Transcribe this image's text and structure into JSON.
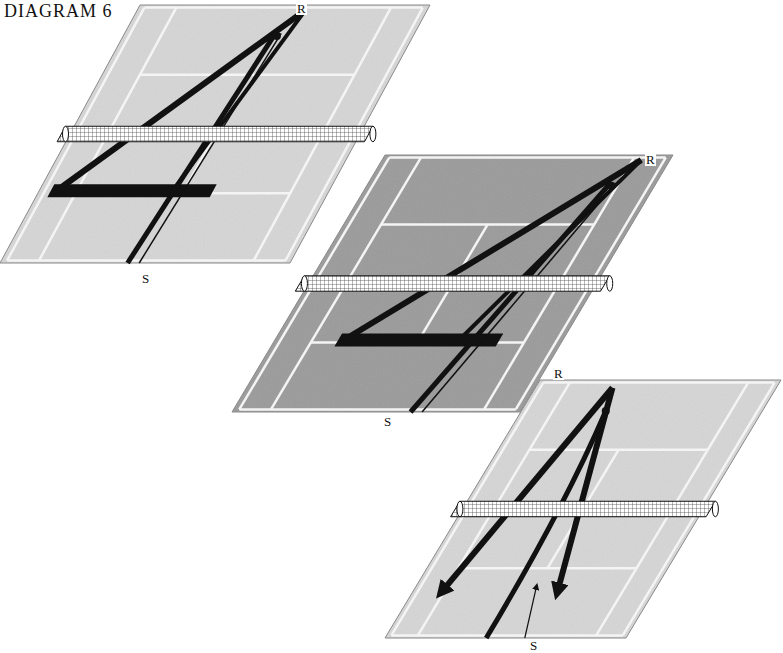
{
  "diagram": {
    "title": "DIAGRAM 6",
    "labels": [
      "R",
      "S",
      "R",
      "S",
      "R",
      "S"
    ]
  }
}
